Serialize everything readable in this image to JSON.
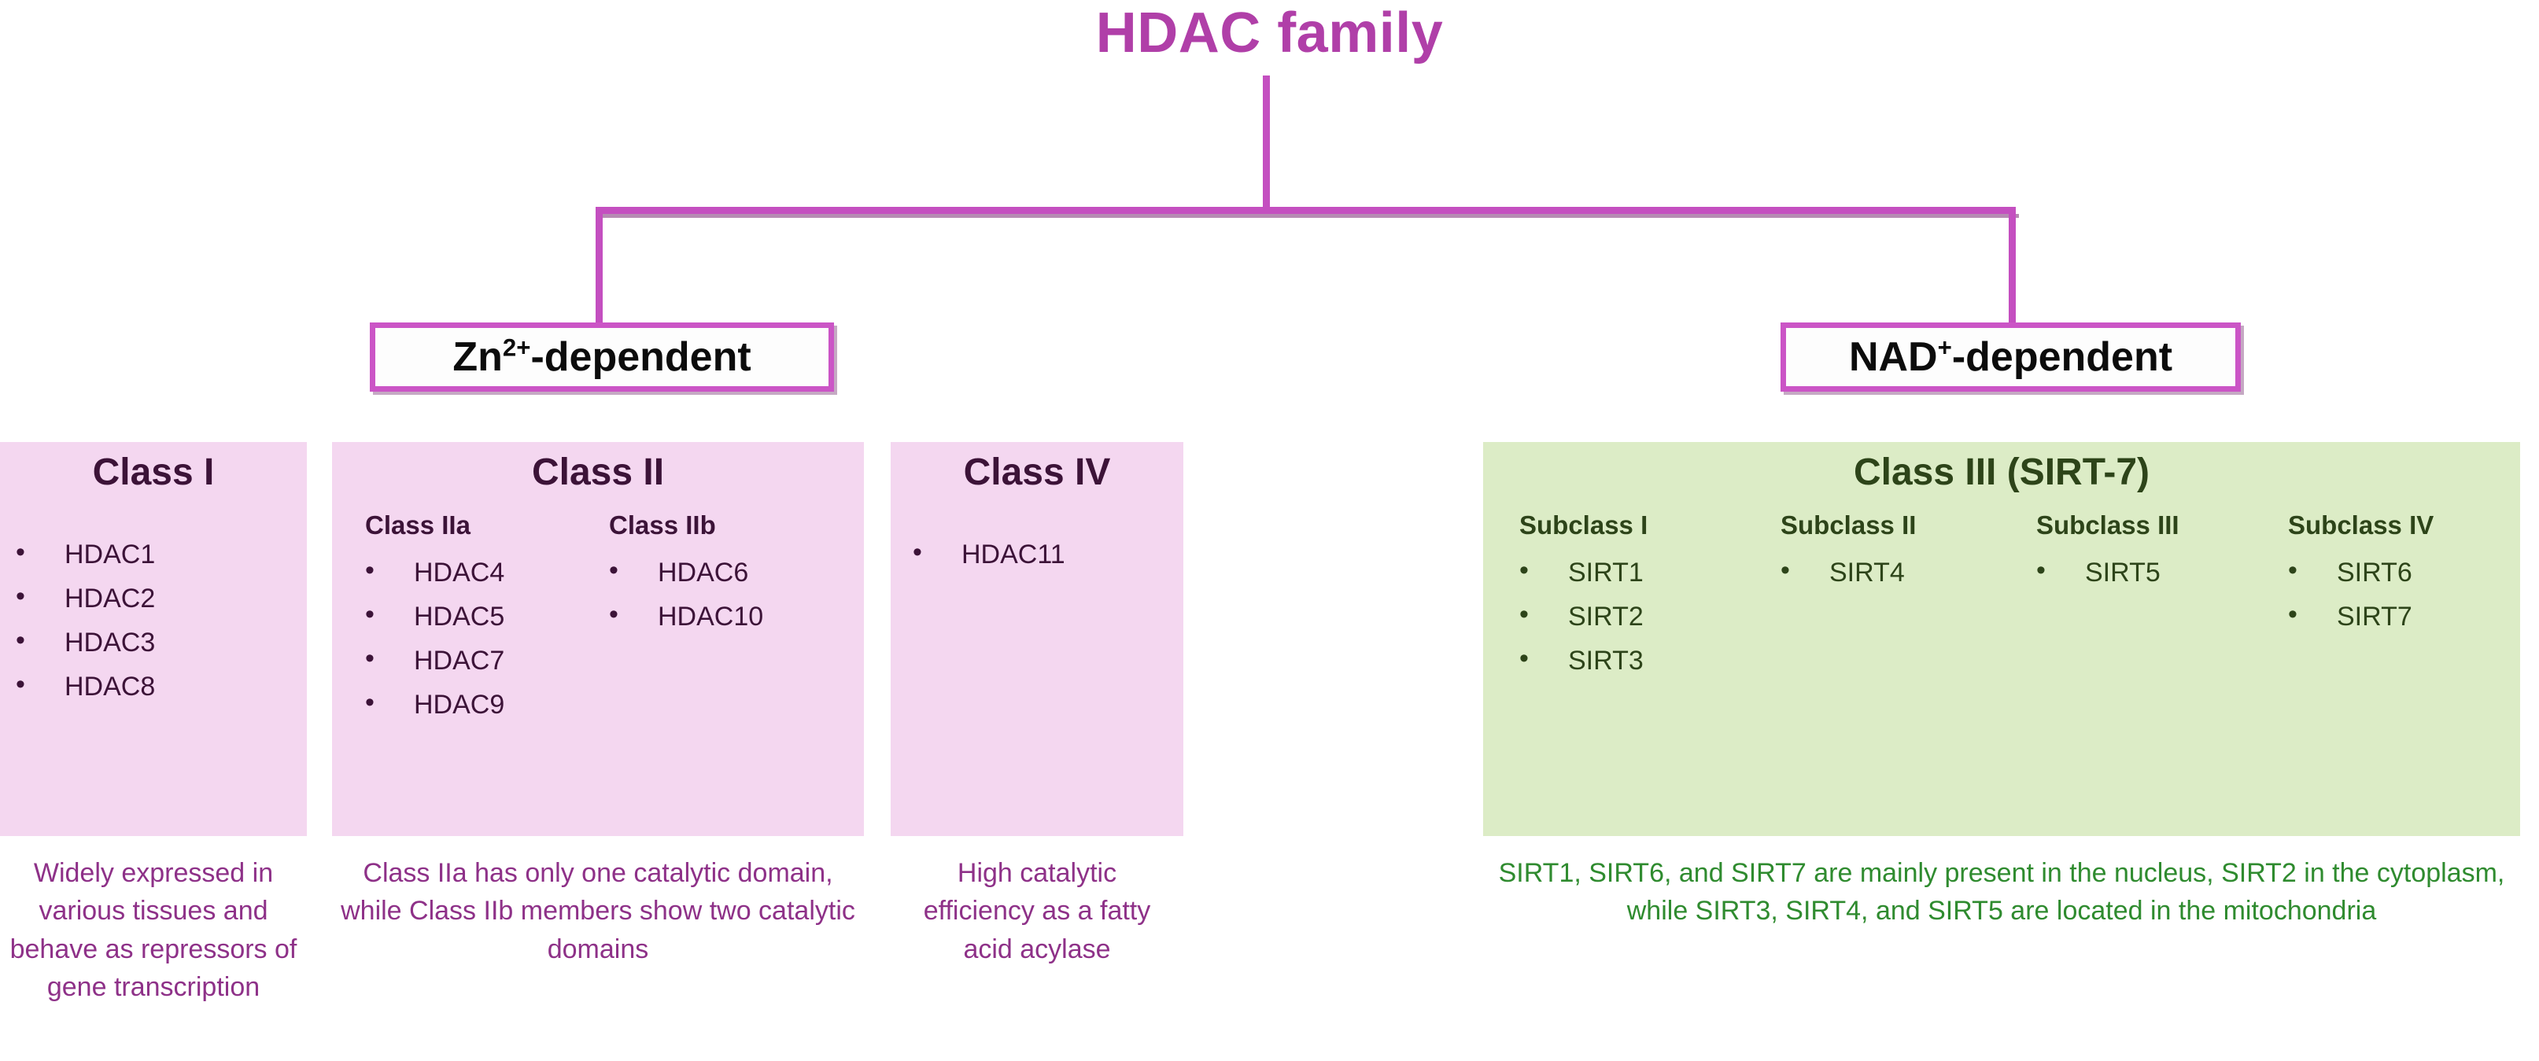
{
  "diagram": {
    "title": "HDAC family",
    "title_color": "#b03fa8",
    "connector_color": "#c44fc0"
  },
  "branches": [
    {
      "name": "zn-dependent",
      "label_html": "Zn<sup>2+</sup>-dependent",
      "label_text": "Zn2+-dependent"
    },
    {
      "name": "nad-dependent",
      "label_html": "NAD<sup>+</sup>-dependent",
      "label_text": "NAD+-dependent"
    }
  ],
  "panels": [
    {
      "id": "class-i",
      "title": "Class I",
      "theme": "pink",
      "bg": "#f4d7f0",
      "text_color": "#3c1338",
      "columns": [
        {
          "head": "",
          "items": [
            "HDAC1",
            "HDAC2",
            "HDAC3",
            "HDAC8"
          ]
        }
      ],
      "caption": "Widely expressed in various tissues and behave as repressors of gene transcription",
      "caption_color": "#8e3188"
    },
    {
      "id": "class-ii",
      "title": "Class II",
      "theme": "pink",
      "bg": "#f4d7f0",
      "text_color": "#3c1338",
      "columns": [
        {
          "head": "Class IIa",
          "items": [
            "HDAC4",
            "HDAC5",
            "HDAC7",
            "HDAC9"
          ]
        },
        {
          "head": "Class IIb",
          "items": [
            "HDAC6",
            "HDAC10"
          ]
        }
      ],
      "caption": "Class IIa has only one catalytic domain, while Class IIb members show two catalytic domains",
      "caption_color": "#8e3188"
    },
    {
      "id": "class-iv",
      "title": "Class IV",
      "theme": "pink",
      "bg": "#f4d7f0",
      "text_color": "#3c1338",
      "columns": [
        {
          "head": "",
          "items": [
            "HDAC11"
          ]
        }
      ],
      "caption": "High catalytic efficiency as a fatty acid acylase",
      "caption_color": "#8e3188"
    },
    {
      "id": "class-iii",
      "title": "Class III (SIRT-7)",
      "theme": "green",
      "bg": "#dcecc6",
      "text_color": "#2d4419",
      "columns": [
        {
          "head": "Subclass I",
          "items": [
            "SIRT1",
            "SIRT2",
            "SIRT3"
          ]
        },
        {
          "head": "Subclass II",
          "items": [
            "SIRT4"
          ]
        },
        {
          "head": "Subclass III",
          "items": [
            "SIRT5"
          ]
        },
        {
          "head": "Subclass IV",
          "items": [
            "SIRT6",
            "SIRT7"
          ]
        }
      ],
      "caption": "SIRT1, SIRT6, and SIRT7 are mainly present in the nucleus, SIRT2 in the cytoplasm, while SIRT3, SIRT4, and SIRT5 are located in the mitochondria",
      "caption_color": "#2f8b2f"
    }
  ]
}
